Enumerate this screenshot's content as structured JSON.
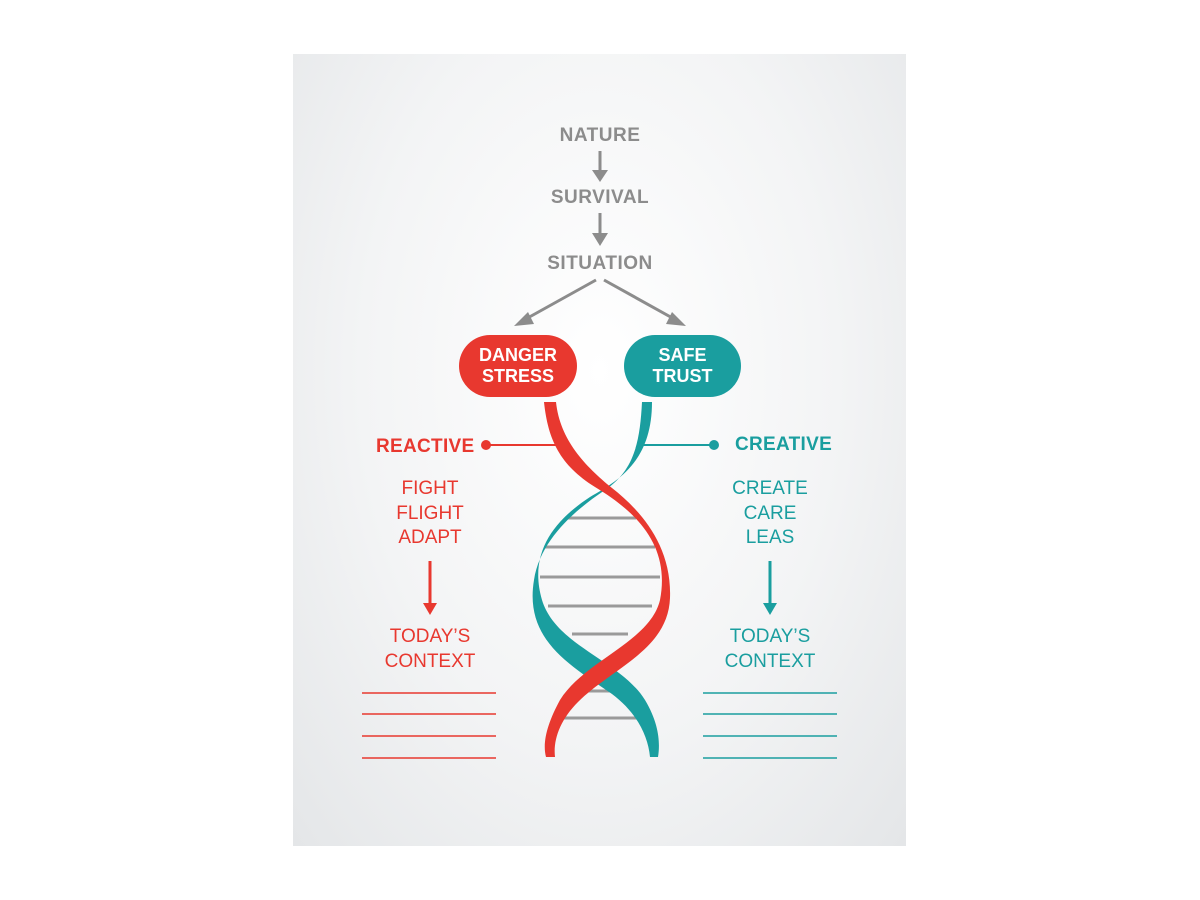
{
  "flow": {
    "nature": "NATURE",
    "survival": "SURVIVAL",
    "situation": "SITUATION"
  },
  "danger_pill": {
    "line1": "DANGER",
    "line2": "STRESS"
  },
  "safe_pill": {
    "line1": "SAFE",
    "line2": "TRUST"
  },
  "left": {
    "heading": "REACTIVE",
    "words": [
      "FIGHT",
      "FLIGHT",
      "ADAPT"
    ],
    "context": [
      "TODAY’S",
      "CONTEXT"
    ]
  },
  "right": {
    "heading": "CREATIVE",
    "words": [
      "CREATE",
      "CARE",
      "LEAS"
    ],
    "context": [
      "TODAY’S",
      "CONTEXT"
    ]
  },
  "colors": {
    "red": "#e8382f",
    "teal": "#1a9e9f",
    "gray": "#8c8c8c",
    "rung": "#9a9a9a"
  }
}
